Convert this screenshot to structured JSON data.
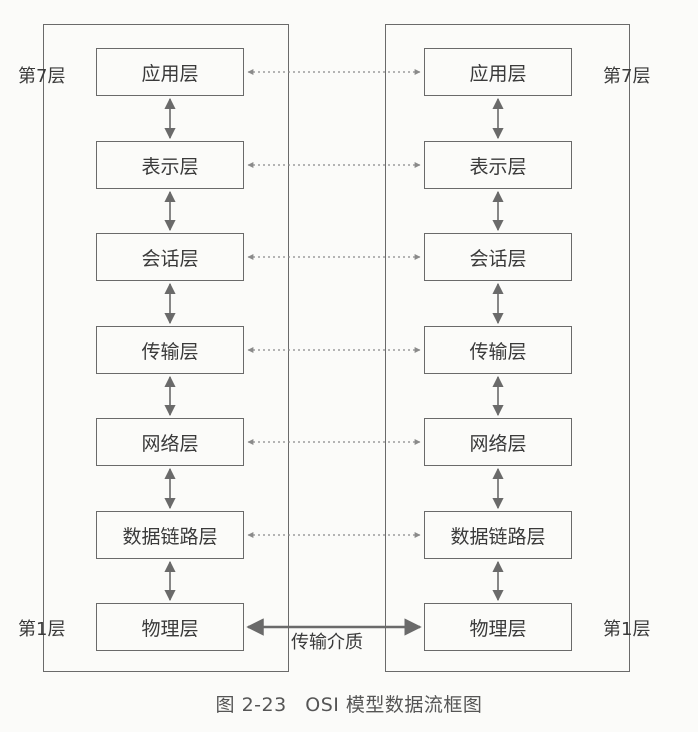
{
  "diagram": {
    "layers": [
      "应用层",
      "表示层",
      "会话层",
      "传输层",
      "网络层",
      "数据链路层",
      "物理层"
    ],
    "left_top_label": "第7层",
    "left_bottom_label": "第1层",
    "right_top_label": "第7层",
    "right_bottom_label": "第1层",
    "medium_label": "传输介质",
    "caption_number": "图 2-23",
    "caption_title": "OSI 模型数据流框图"
  },
  "colors": {
    "line": "#6a6a6a",
    "text": "#3a3a3a",
    "background": "#fbfbf9"
  }
}
